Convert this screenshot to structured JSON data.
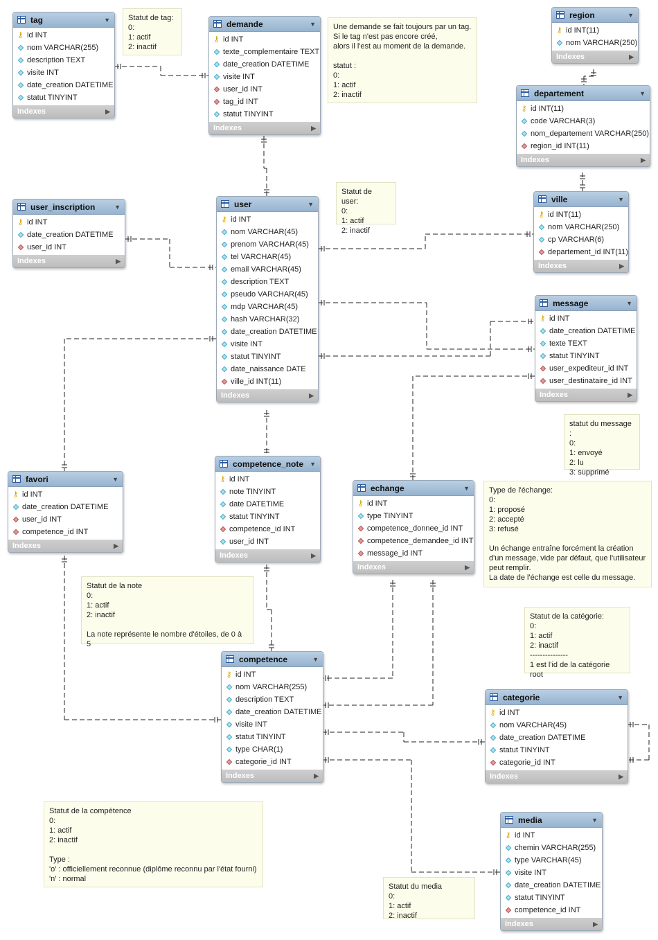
{
  "entities": [
    {
      "id": "tag",
      "title": "tag",
      "columns": [
        {
          "type": "pk",
          "text": "id INT"
        },
        {
          "type": "col",
          "text": "nom VARCHAR(255)"
        },
        {
          "type": "col",
          "text": "description TEXT"
        },
        {
          "type": "col",
          "text": "visite INT"
        },
        {
          "type": "col",
          "text": "date_creation DATETIME"
        },
        {
          "type": "col",
          "text": "statut TINYINT"
        }
      ]
    },
    {
      "id": "demande",
      "title": "demande",
      "columns": [
        {
          "type": "pk",
          "text": "id INT"
        },
        {
          "type": "col",
          "text": "texte_complementaire TEXT"
        },
        {
          "type": "col",
          "text": "date_creation DATETIME"
        },
        {
          "type": "col",
          "text": "visite INT"
        },
        {
          "type": "fk",
          "text": "user_id INT"
        },
        {
          "type": "fk",
          "text": "tag_id INT"
        },
        {
          "type": "col",
          "text": "statut TINYINT"
        }
      ]
    },
    {
      "id": "region",
      "title": "region",
      "columns": [
        {
          "type": "pk",
          "text": "id INT(11)"
        },
        {
          "type": "col",
          "text": "nom VARCHAR(250)"
        }
      ]
    },
    {
      "id": "departement",
      "title": "departement",
      "columns": [
        {
          "type": "pk",
          "text": "id INT(11)"
        },
        {
          "type": "col",
          "text": "code VARCHAR(3)"
        },
        {
          "type": "col",
          "text": "nom_departement VARCHAR(250)"
        },
        {
          "type": "fk",
          "text": "region_id INT(11)"
        }
      ]
    },
    {
      "id": "user_inscription",
      "title": "user_inscription",
      "columns": [
        {
          "type": "pk",
          "text": "id INT"
        },
        {
          "type": "col",
          "text": "date_creation DATETIME"
        },
        {
          "type": "fk",
          "text": "user_id INT"
        }
      ]
    },
    {
      "id": "user",
      "title": "user",
      "columns": [
        {
          "type": "pk",
          "text": "id INT"
        },
        {
          "type": "col",
          "text": "nom VARCHAR(45)"
        },
        {
          "type": "col",
          "text": "prenom VARCHAR(45)"
        },
        {
          "type": "col",
          "text": "tel VARCHAR(45)"
        },
        {
          "type": "col",
          "text": "email VARCHAR(45)"
        },
        {
          "type": "col",
          "text": "description TEXT"
        },
        {
          "type": "col",
          "text": "pseudo VARCHAR(45)"
        },
        {
          "type": "col",
          "text": "mdp VARCHAR(45)"
        },
        {
          "type": "col",
          "text": "hash VARCHAR(32)"
        },
        {
          "type": "col",
          "text": "date_creation DATETIME"
        },
        {
          "type": "col",
          "text": "visite INT"
        },
        {
          "type": "col",
          "text": "statut TINYINT"
        },
        {
          "type": "col",
          "text": "date_naissance DATE"
        },
        {
          "type": "fk",
          "text": "ville_id INT(11)"
        }
      ]
    },
    {
      "id": "ville",
      "title": "ville",
      "columns": [
        {
          "type": "pk",
          "text": "id INT(11)"
        },
        {
          "type": "col",
          "text": "nom VARCHAR(250)"
        },
        {
          "type": "col",
          "text": "cp VARCHAR(6)"
        },
        {
          "type": "fk",
          "text": "departement_id INT(11)"
        }
      ]
    },
    {
      "id": "message",
      "title": "message",
      "columns": [
        {
          "type": "pk",
          "text": "id INT"
        },
        {
          "type": "col",
          "text": "date_creation DATETIME"
        },
        {
          "type": "col",
          "text": "texte TEXT"
        },
        {
          "type": "col",
          "text": "statut TINYINT"
        },
        {
          "type": "fk",
          "text": "user_expediteur_id INT"
        },
        {
          "type": "fk",
          "text": "user_destinataire_id INT"
        }
      ]
    },
    {
      "id": "favori",
      "title": "favori",
      "columns": [
        {
          "type": "pk",
          "text": "id INT"
        },
        {
          "type": "col",
          "text": "date_creation DATETIME"
        },
        {
          "type": "fk",
          "text": "user_id INT"
        },
        {
          "type": "fk",
          "text": "competence_id INT"
        }
      ]
    },
    {
      "id": "competence_note",
      "title": "competence_note",
      "columns": [
        {
          "type": "pk",
          "text": "id INT"
        },
        {
          "type": "col",
          "text": "note TINYINT"
        },
        {
          "type": "col",
          "text": "date DATETIME"
        },
        {
          "type": "col",
          "text": "statut TINYINT"
        },
        {
          "type": "fk",
          "text": "competence_id INT"
        },
        {
          "type": "col",
          "text": "user_id INT"
        }
      ]
    },
    {
      "id": "echange",
      "title": "echange",
      "columns": [
        {
          "type": "pk",
          "text": "id INT"
        },
        {
          "type": "col",
          "text": "type TINYINT"
        },
        {
          "type": "fk",
          "text": "competence_donnee_id INT"
        },
        {
          "type": "fk",
          "text": "competence_demandee_id INT"
        },
        {
          "type": "fk",
          "text": "message_id INT"
        }
      ]
    },
    {
      "id": "competence",
      "title": "competence",
      "columns": [
        {
          "type": "pk",
          "text": "id INT"
        },
        {
          "type": "col",
          "text": "nom VARCHAR(255)"
        },
        {
          "type": "col",
          "text": "description TEXT"
        },
        {
          "type": "col",
          "text": "date_creation DATETIME"
        },
        {
          "type": "col",
          "text": "visite INT"
        },
        {
          "type": "col",
          "text": "statut TINYINT"
        },
        {
          "type": "col",
          "text": "type CHAR(1)"
        },
        {
          "type": "fk",
          "text": "categorie_id INT"
        }
      ]
    },
    {
      "id": "categorie",
      "title": "categorie",
      "columns": [
        {
          "type": "pk",
          "text": "id INT"
        },
        {
          "type": "col",
          "text": "nom VARCHAR(45)"
        },
        {
          "type": "col",
          "text": "date_creation DATETIME"
        },
        {
          "type": "col",
          "text": "statut TINYINT"
        },
        {
          "type": "fk",
          "text": "categorie_id INT"
        }
      ]
    },
    {
      "id": "media",
      "title": "media",
      "columns": [
        {
          "type": "pk",
          "text": "id INT"
        },
        {
          "type": "col",
          "text": "chemin VARCHAR(255)"
        },
        {
          "type": "col",
          "text": "type VARCHAR(45)"
        },
        {
          "type": "col",
          "text": "visite INT"
        },
        {
          "type": "col",
          "text": "date_creation DATETIME"
        },
        {
          "type": "col",
          "text": "statut TINYINT"
        },
        {
          "type": "fk",
          "text": "competence_id INT"
        }
      ]
    }
  ],
  "indexes_label": "Indexes",
  "notes": [
    {
      "id": "tag",
      "text": "Statut de tag:\n0:\n1: actif\n2: inactif"
    },
    {
      "id": "demande",
      "text": "Une demande se fait toujours par un tag.\nSi le tag n'est pas encore créé,\nalors il l'est au moment de la demande.\n\nstatut :\n0:\n1: actif\n2: inactif"
    },
    {
      "id": "user",
      "text": "Statut de user:\n0:\n1: actif\n2: inactif"
    },
    {
      "id": "message",
      "text": "statut du message :\n0:\n1: envoyé\n2: lu\n3: supprimé"
    },
    {
      "id": "echange",
      "text": "Type de l'échange:\n0:\n1: proposé\n2: accepté\n3: refusé\n\nUn échange entraîne forcément la création\nd'un message, vide par défaut, que l'utilisateur\npeut remplir.\nLa date de l'échange est celle du message."
    },
    {
      "id": "note",
      "text": "Statut de la note\n0:\n1: actif\n2: inactif\n\nLa note représente le nombre d'étoiles, de 0 à 5"
    },
    {
      "id": "categorie",
      "text": "Statut de la catégorie:\n0:\n1: actif\n2: inactif\n---------------\n1 est l'id de la catégorie root"
    },
    {
      "id": "competence",
      "text": "Statut de la compétence\n0:\n1: actif\n2: inactif\n\nType :\n'o' : officiellement reconnue (diplôme reconnu par l'état fourni)\n'n' : normal"
    },
    {
      "id": "media",
      "text": "Statut du media\n0:\n1: actif\n2: inactif"
    }
  ],
  "colors": {
    "header": "#a9c2db",
    "pk_key": "#d9a400",
    "column_diamond": "#a6e4f2",
    "fk_diamond": "#e39a9a",
    "note_bg": "#fdfdec",
    "relation_line": "#222222"
  }
}
